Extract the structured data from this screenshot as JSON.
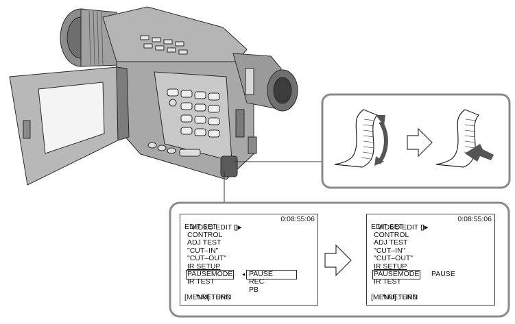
{
  "colors": {
    "panel_border": "#8a8a8a",
    "camera_body": "#9a9a9a",
    "line": "#333333"
  },
  "screen_left": {
    "title": "VIDEO EDIT",
    "title_icon": "tape-play-icon",
    "timecode": "0:08:55:06",
    "items": [
      "EDIT SET",
      "CONTROL",
      "ADJ TEST",
      "\"CUT–IN\"",
      "\"CUT–OUT\"",
      "IR SETUP",
      "PAUSEMODE",
      "IR TEST",
      "RETURN",
      "[MENU] : END"
    ],
    "return_icon": "return-arrow-icon",
    "options": [
      "PAUSE",
      "REC",
      "PB"
    ]
  },
  "screen_right": {
    "title": "VIDEO EDIT",
    "title_icon": "tape-play-icon",
    "timecode": "0:08:55:06",
    "items": [
      "EDIT SET",
      "CONTROL",
      "ADJ TEST",
      "\"CUT–IN\"",
      "\"CUT–OUT\"",
      "IR SETUP",
      "PAUSEMODE",
      "IR TEST",
      "RETURN",
      "[MENU] : END"
    ],
    "return_icon": "return-arrow-icon",
    "selected_value": "PAUSE"
  },
  "icons": [
    "camcorder-illustration",
    "dial-rotate-icon",
    "dial-press-icon",
    "step-arrow-icon"
  ]
}
